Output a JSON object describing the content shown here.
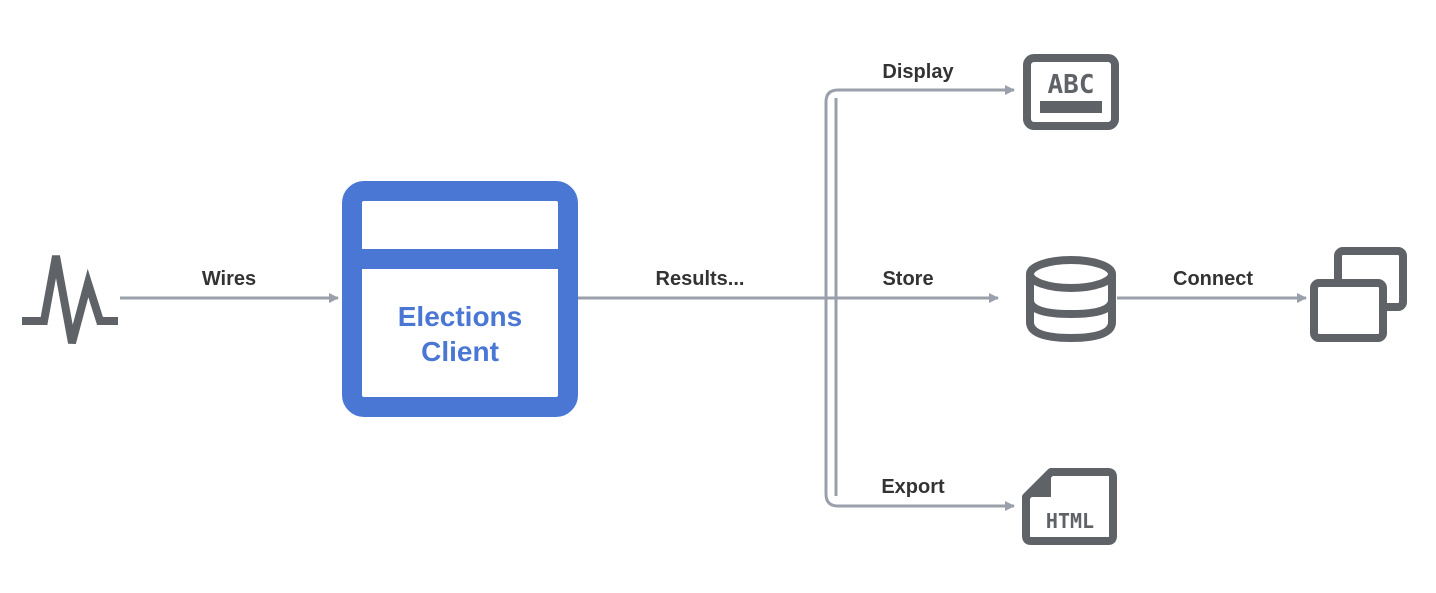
{
  "colors": {
    "icon": "#5f6368",
    "connector": "#9aa0ab",
    "client": "#4a77d4",
    "label": "#333333"
  },
  "source": {
    "icon": "pulse-icon"
  },
  "client": {
    "line1": "Elections",
    "line2": "Client",
    "icon": "window-icon"
  },
  "edges": {
    "wires": "Wires",
    "results": "Results...",
    "display": "Display",
    "store": "Store",
    "export": "Export",
    "connect": "Connect"
  },
  "targets": {
    "display": {
      "icon": "text-display-icon",
      "text": "ABC"
    },
    "store": {
      "icon": "database-icon"
    },
    "export": {
      "icon": "html-file-icon",
      "text": "HTML"
    },
    "connect": {
      "icon": "windows-icon"
    }
  }
}
